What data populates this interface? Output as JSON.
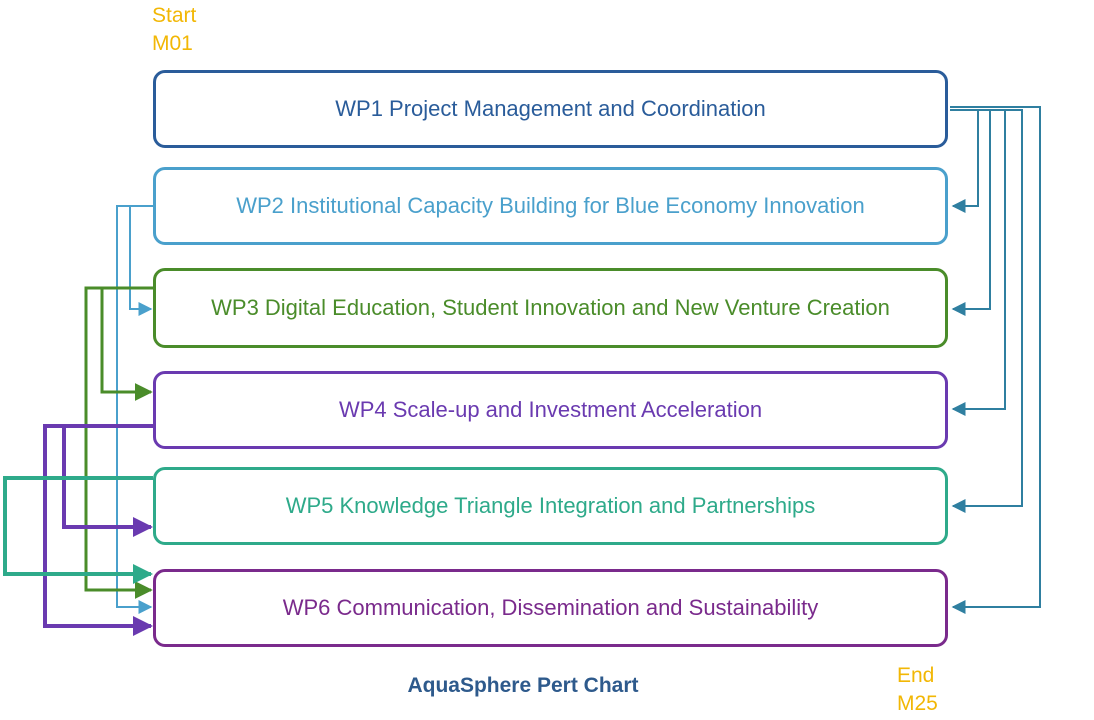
{
  "start": {
    "label": "Start",
    "month": "M01"
  },
  "end": {
    "label": "End",
    "month": "M25"
  },
  "title": "AquaSphere Pert Chart",
  "colors": {
    "wp1": "#2a5c9a",
    "wp2": "#4aa0cc",
    "wp3": "#4a8c2a",
    "wp4": "#6a3ab0",
    "wp5": "#2eaa8a",
    "wp6": "#7a2a8c",
    "wp1_links": "#2f7fa0",
    "milestone": "#f2b705",
    "title": "#2e5a8c"
  },
  "work_packages": [
    {
      "id": "WP1",
      "label": "WP1 Project Management and Coordination"
    },
    {
      "id": "WP2",
      "label": "WP2 Institutional Capacity Building for Blue Economy Innovation"
    },
    {
      "id": "WP3",
      "label": "WP3 Digital Education, Student Innovation and New Venture Creation"
    },
    {
      "id": "WP4",
      "label": "WP4 Scale-up and Investment Acceleration"
    },
    {
      "id": "WP5",
      "label": "WP5 Knowledge Triangle Integration and Partnerships"
    },
    {
      "id": "WP6",
      "label": "WP6 Communication, Dissemination and Sustainability"
    }
  ],
  "dependencies": [
    {
      "from": "WP1",
      "to": "WP2"
    },
    {
      "from": "WP1",
      "to": "WP3"
    },
    {
      "from": "WP1",
      "to": "WP4"
    },
    {
      "from": "WP1",
      "to": "WP5"
    },
    {
      "from": "WP1",
      "to": "WP6"
    },
    {
      "from": "WP2",
      "to": "WP3"
    },
    {
      "from": "WP2",
      "to": "WP6"
    },
    {
      "from": "WP3",
      "to": "WP4"
    },
    {
      "from": "WP3",
      "to": "WP6"
    },
    {
      "from": "WP4",
      "to": "WP5"
    },
    {
      "from": "WP4",
      "to": "WP6"
    },
    {
      "from": "WP5",
      "to": "WP6"
    }
  ]
}
